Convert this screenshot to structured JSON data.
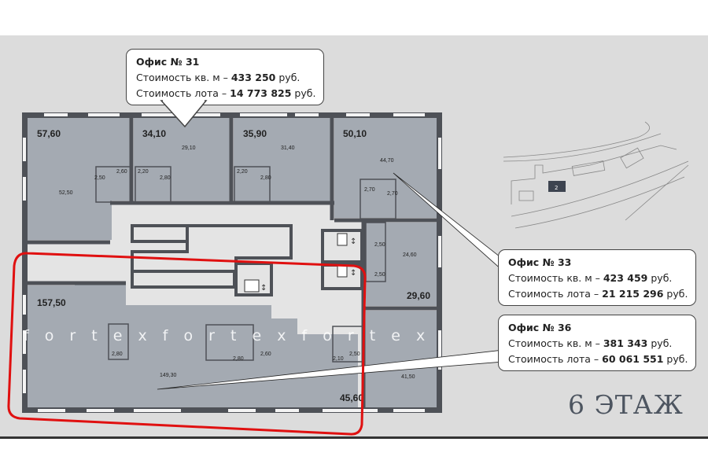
{
  "floor_label": "6 ЭТАЖ",
  "watermark": "f o r t e x   f o r t e x   f o r t e x",
  "callouts": [
    {
      "title": "Офис № 31",
      "sqm_label": "Стоимость кв. м – ",
      "sqm_price": "433 250",
      "lot_label": "Стоимость лота – ",
      "lot_price": "14 773 825",
      "currency": " руб."
    },
    {
      "title": "Офис № 33",
      "sqm_label": "Стоимость кв. м – ",
      "sqm_price": "423 459",
      "lot_label": "Стоимость лота – ",
      "lot_price": "21 215 296",
      "currency": " руб."
    },
    {
      "title": "Офис № 36",
      "sqm_label": "Стоимость кв. м – ",
      "sqm_price": "381 343",
      "lot_label": "Стоимость лота – ",
      "lot_price": "60 061 551",
      "currency": " руб."
    }
  ],
  "rooms_total": [
    "57,60",
    "34,10",
    "35,90",
    "50,10",
    "29,60",
    "157,50",
    "45,60"
  ],
  "rooms_sub": [
    "52,50",
    "29,10",
    "31,40",
    "44,70",
    "24,60",
    "149,30",
    "41,50"
  ],
  "wc": [
    "2,50",
    "2,60",
    "2,20",
    "2,80",
    "2,20",
    "2,80",
    "2,70",
    "2,70",
    "2,50",
    "2,50",
    "2,80",
    "2,80",
    "2,60",
    "2,10",
    "2,50"
  ],
  "minimap": {
    "building_number": "2"
  },
  "colors": {
    "room": "#a4aab2",
    "wall": "#4e5157",
    "corridor": "#e4e4e4",
    "highlight": "#e01010"
  }
}
